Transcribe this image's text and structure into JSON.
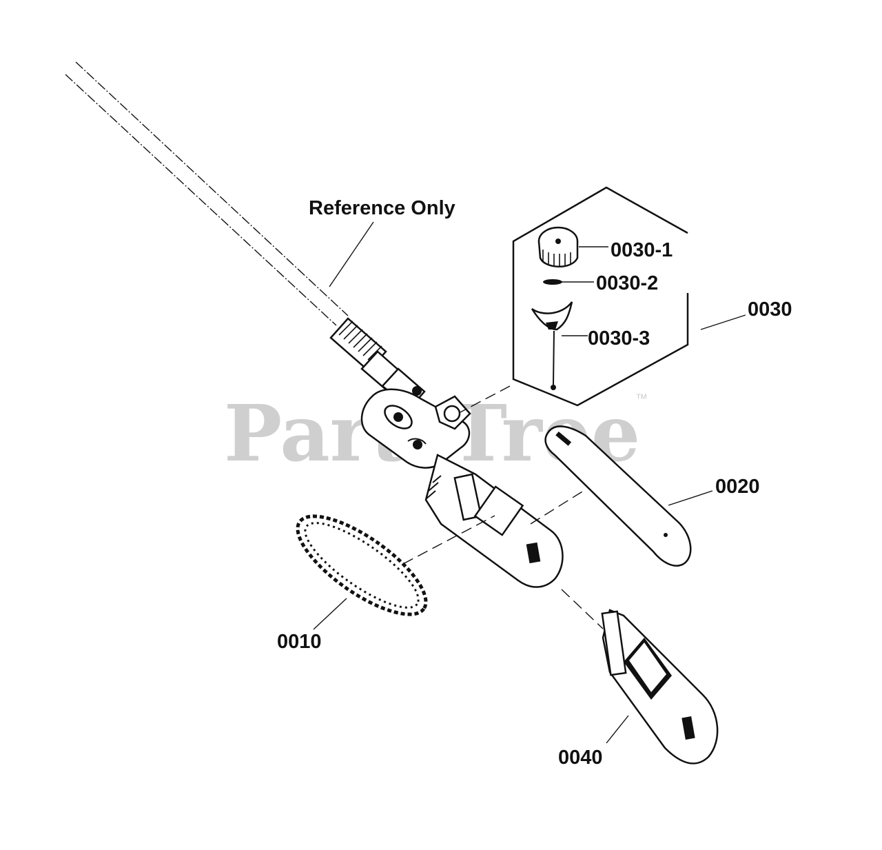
{
  "watermark": {
    "text": "PartsTree",
    "trademark": "™",
    "color": "#cfcfcf"
  },
  "callouts": {
    "reference": "Reference Only",
    "p0030_1": "0030-1",
    "p0030_2": "0030-2",
    "p0030_3": "0030-3",
    "p0030": "0030",
    "p0020": "0020",
    "p0010": "0010",
    "p0040": "0040"
  },
  "colors": {
    "ink": "#111111",
    "background": "#ffffff"
  }
}
